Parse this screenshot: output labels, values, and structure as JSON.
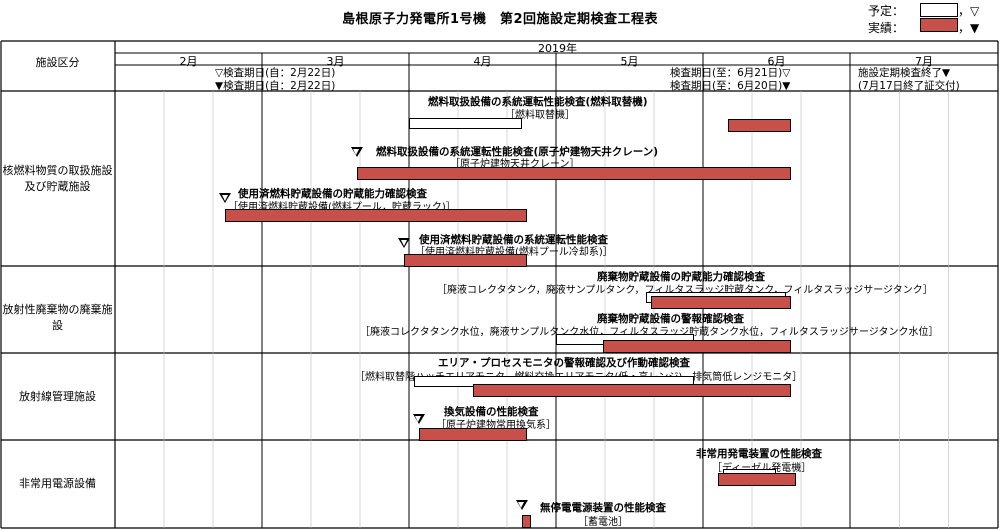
{
  "title": "島根原子力発電所1号機　第2回施設定期検査工程表",
  "legend": {
    "planned_label": "予定：",
    "actual_label": "実績：",
    "sep": "，",
    "planned_tri": "▽",
    "actual_tri": "▼",
    "colors": {
      "actual": "#c8504b",
      "planned": "#ffffff"
    }
  },
  "header": {
    "category_header": "施設区分",
    "year": "2019年",
    "months": [
      "2月",
      "3月",
      "4月",
      "5月",
      "6月",
      "7月"
    ],
    "notes": {
      "start_plan": "▽検査期日(自：2月22日)",
      "start_actual": "▼検査期日(自：2月22日)",
      "end_plan": "検査期日(至：6月21日)▽",
      "end_actual": "検査期日(至：6月20日)▼",
      "complete_1": "施設定期検査終了▼",
      "complete_2": "(7月17日終了証交付)"
    }
  },
  "categories": [
    "核燃料物質の取扱施設\n及び貯蔵施設",
    "放射性廃棄物の廃棄施設",
    "放射線管理施設",
    "非常用電源設備"
  ],
  "chart_data": {
    "type": "gantt",
    "title": "島根原子力発電所1号機　第2回施設定期検査工程表",
    "axis": {
      "year": "2019年",
      "months": [
        "2月",
        "3月",
        "4月",
        "5月",
        "6月",
        "7月"
      ],
      "range": [
        "2019-02-01",
        "2019-07-31"
      ]
    },
    "items": [
      {
        "title": "燃料取扱設備の系統運転性能検査(燃料取替機)",
        "sub": "［燃料取替機］",
        "planned": [
          [
            "2019-04-01",
            "2019-04-24"
          ]
        ],
        "actual": [
          [
            "2019-06-06",
            "2019-06-19"
          ]
        ],
        "marker": null
      },
      {
        "title": "燃料取扱設備の系統運転性能検査(原子炉建物天井クレーン)",
        "sub": "［原子炉建物天井クレーン］",
        "planned": [],
        "actual": [
          [
            "2019-03-21",
            "2019-06-19"
          ]
        ],
        "marker": "2019-03-21"
      },
      {
        "title": "使用済燃料貯蔵設備の貯蔵能力確認検査",
        "sub": "［使用済燃料貯蔵設備(燃料プール，貯蔵ラック)］",
        "planned": [],
        "actual": [
          [
            "2019-02-22",
            "2019-04-25"
          ]
        ],
        "marker": "2019-02-22"
      },
      {
        "title": "使用済燃料貯蔵設備の系統運転性能検査",
        "sub": "［使用済燃料貯蔵設備(燃料プール冷却系)］",
        "planned": [],
        "actual": [
          [
            "2019-03-31",
            "2019-04-25"
          ]
        ],
        "marker": "2019-03-31"
      },
      {
        "title": "廃棄物貯蔵設備の貯蔵能力確認検査",
        "sub": "［廃液コレクタタンク，廃液サンプルタンク，フィルタスラッジ貯蔵タンク，フィルタスラッジサージタンク］",
        "planned": [
          [
            "2019-05-20",
            "2019-06-18"
          ]
        ],
        "actual": [
          [
            "2019-05-21",
            "2019-06-19"
          ]
        ],
        "marker": null
      },
      {
        "title": "廃棄物貯蔵設備の警報確認検査",
        "sub": "［廃液コレクタタンク水位，廃液サンプルタンク水位，フィルタスラッジ貯蔵タンク水位，フィルタスラッジサージタンク水位］",
        "planned": [
          [
            "2019-05-01",
            "2019-05-30"
          ]
        ],
        "actual": [
          [
            "2019-05-11",
            "2019-06-19"
          ]
        ],
        "marker": null
      },
      {
        "title": "エリア・プロセスモニタの警報確認及び作動確認検査",
        "sub": "［燃料取替階ハッチエリアモニタ，燃料交換エリアモニタ(低・高レンジ)，排気筒低レンジモニタ］",
        "planned": [
          [
            "2019-04-02",
            "2019-05-30"
          ]
        ],
        "actual": [
          [
            "2019-04-14",
            "2019-06-19"
          ]
        ],
        "marker": null
      },
      {
        "title": "換気設備の性能検査",
        "sub": "［原子炉建物常用換気系］",
        "planned": [],
        "actual": [
          [
            "2019-04-03",
            "2019-04-25"
          ]
        ],
        "marker": "2019-04-03"
      },
      {
        "title": "非常用発電装置の性能検査",
        "sub": "［ディーゼル発電機］",
        "planned": [
          [
            "2019-06-05",
            "2019-06-16"
          ]
        ],
        "actual": [
          [
            "2019-06-04",
            "2019-06-20"
          ]
        ],
        "marker": null
      },
      {
        "title": "無停電電源装置の性能検査",
        "sub": "［蓄電池］",
        "planned": [],
        "actual": [
          [
            "2019-04-24",
            "2019-04-26"
          ]
        ],
        "marker": "2019-04-24"
      }
    ]
  }
}
